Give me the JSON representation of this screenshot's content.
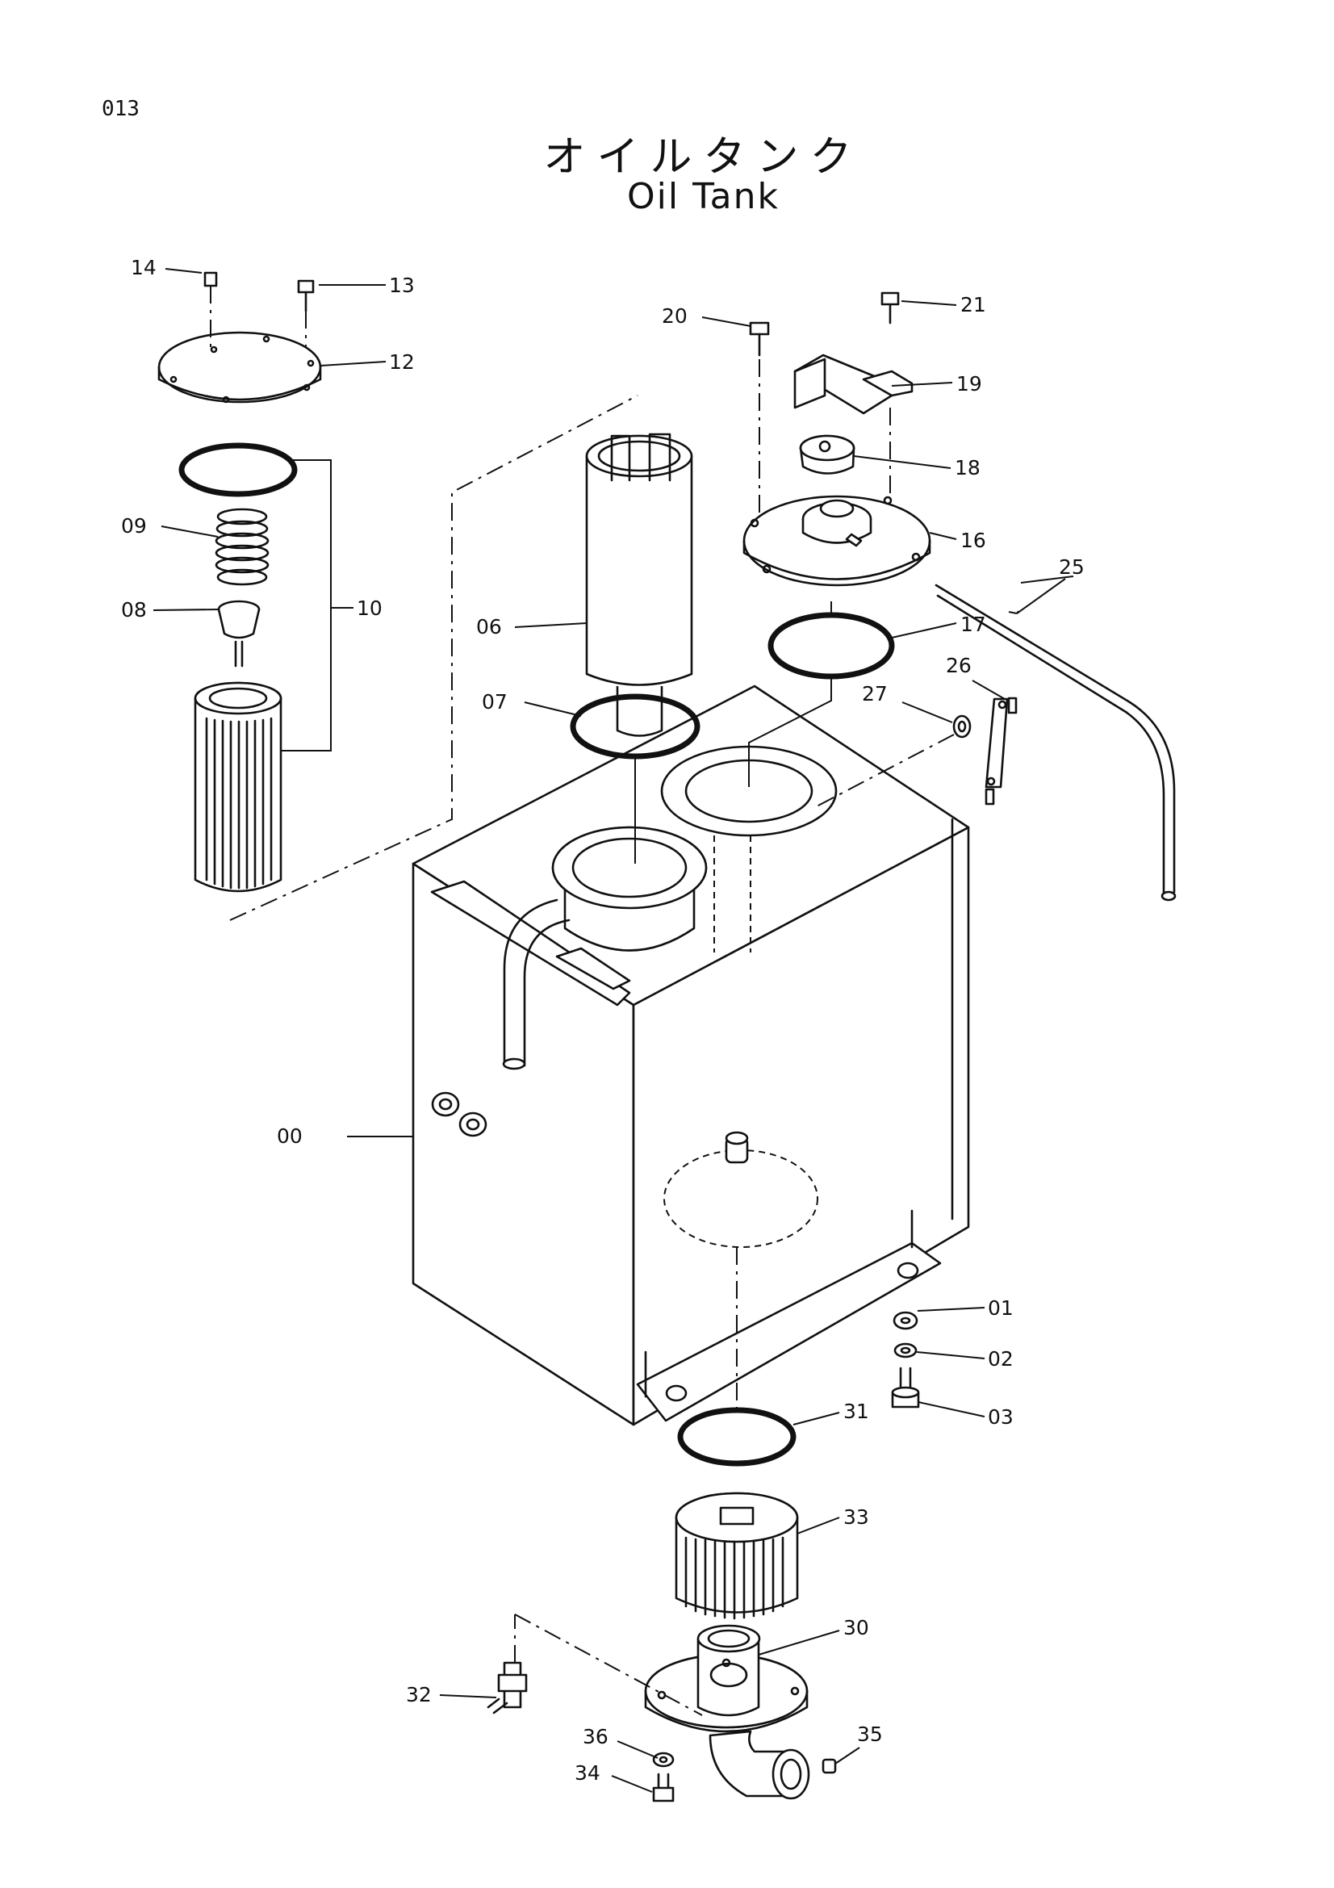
{
  "page": {
    "number": "013",
    "title_jp": "オイルタンク",
    "title_en": "Oil Tank"
  },
  "parts": {
    "p00": "00",
    "p01": "01",
    "p02": "02",
    "p03": "03",
    "p06": "06",
    "p07": "07",
    "p08": "08",
    "p09": "09",
    "p10": "10",
    "p12": "12",
    "p13": "13",
    "p14": "14",
    "p16": "16",
    "p17": "17",
    "p18": "18",
    "p19": "19",
    "p20": "20",
    "p21": "21",
    "p25": "25",
    "p26": "26",
    "p27": "27",
    "p30": "30",
    "p31": "31",
    "p32": "32",
    "p33": "33",
    "p34": "34",
    "p35": "35",
    "p36": "36"
  }
}
